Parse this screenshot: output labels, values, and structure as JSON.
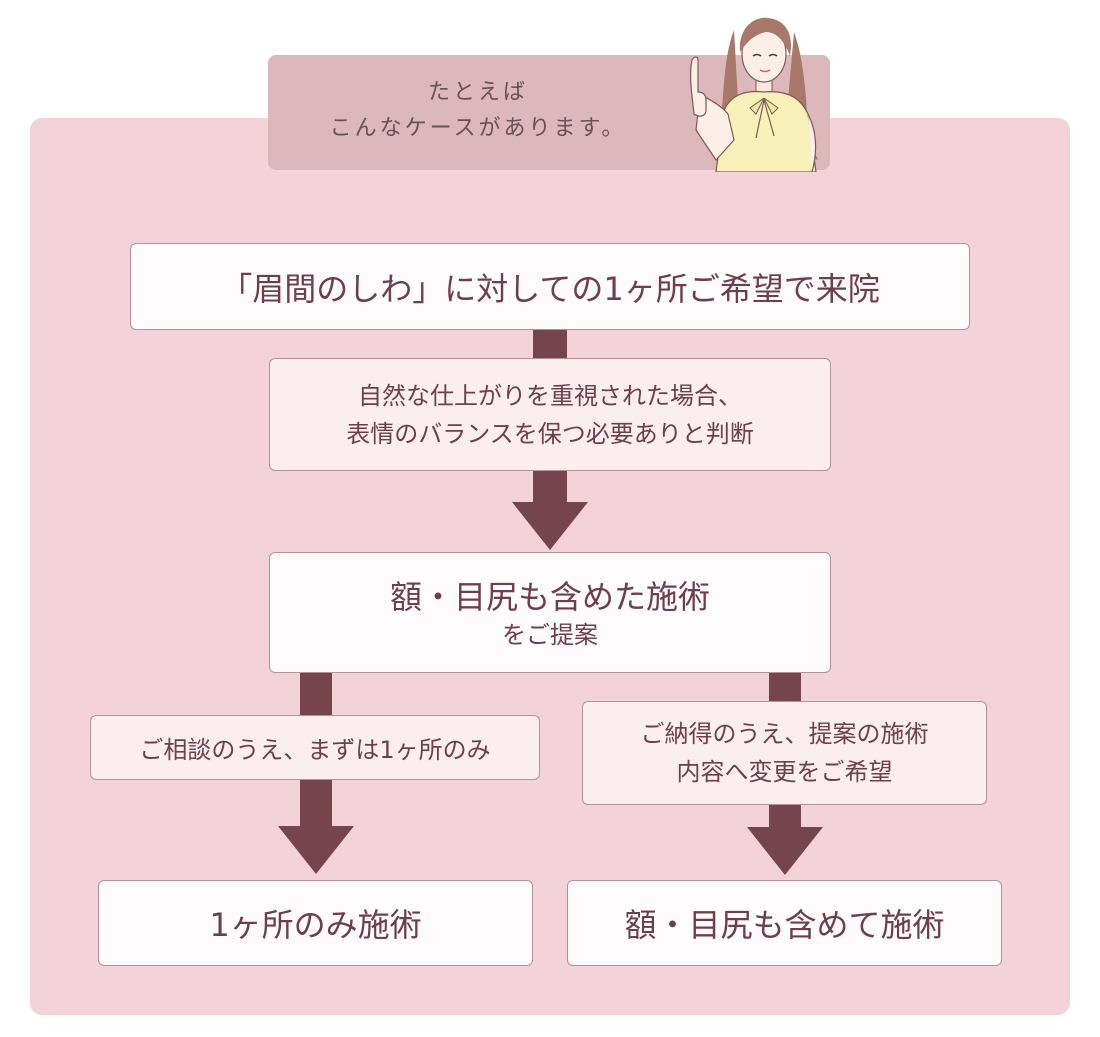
{
  "header": {
    "line1": "たとえば",
    "line2": "こんなケースがあります。"
  },
  "flow": {
    "start": "「眉間のしわ」に対しての1ヶ所ご希望で来院",
    "judgment": {
      "line1": "自然な仕上がりを重視された場合、",
      "line2": "表情のバランスを保つ必要ありと判断"
    },
    "proposal": {
      "line1": "額・目尻も含めた施術",
      "line2": "をご提案"
    },
    "left_branch": {
      "condition": "ご相談のうえ、まずは1ヶ所のみ",
      "result": "1ヶ所のみ施術"
    },
    "right_branch": {
      "condition": {
        "line1": "ご納得のうえ、提案の施術",
        "line2": "内容へ変更をご希望"
      },
      "result": "額・目尻も含めて施術"
    }
  },
  "colors": {
    "panel": "#f4d2d9",
    "header": "#dcb8bd",
    "arrow": "#76444d",
    "text": "#6e3f4b"
  }
}
